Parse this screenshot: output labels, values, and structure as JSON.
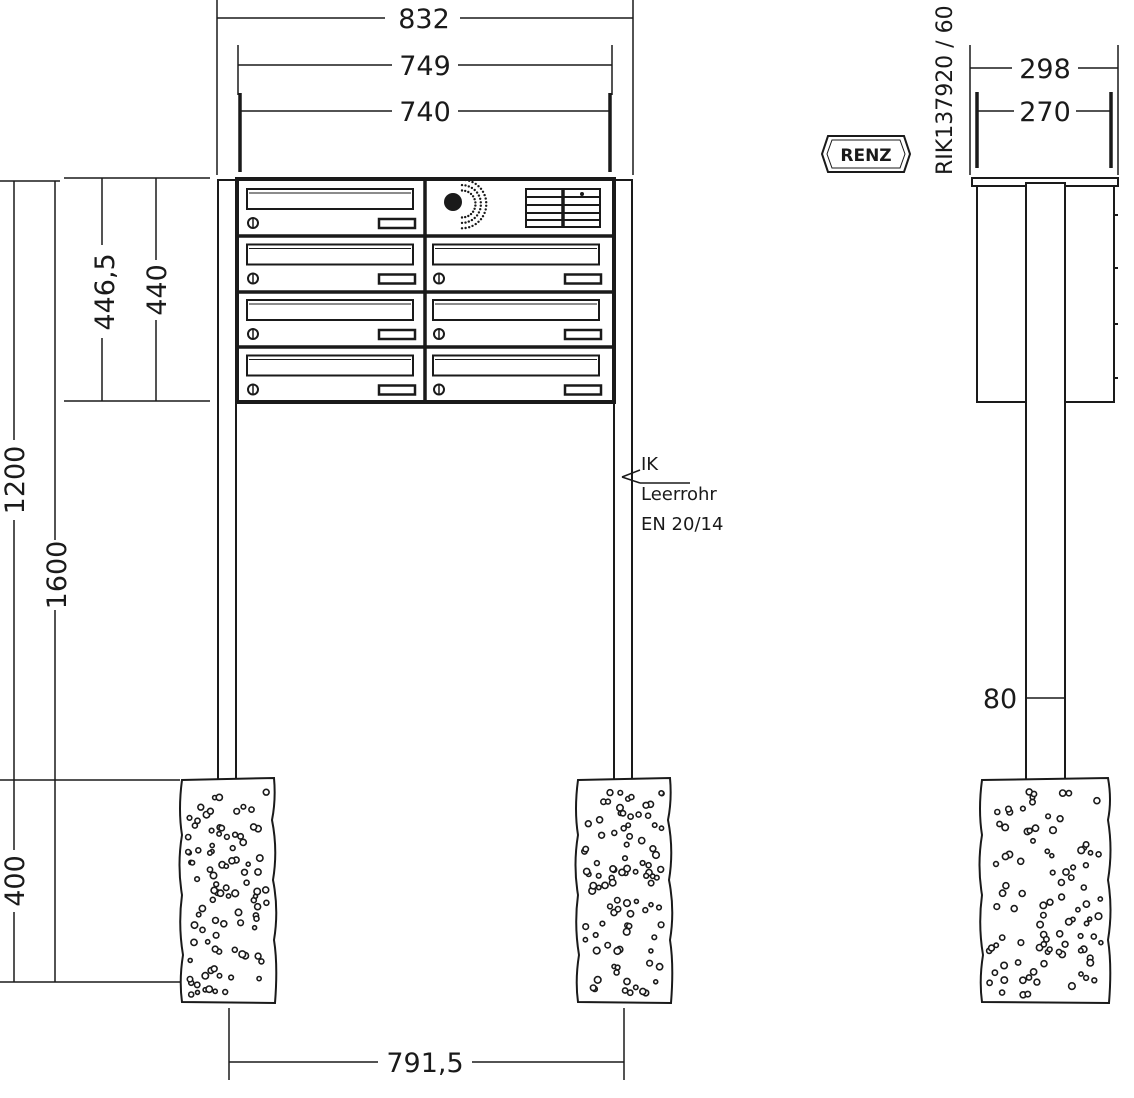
{
  "dimensions": {
    "width_overall": "832",
    "width_roof": "749",
    "width_box": "740",
    "height_box_roof": "446,5",
    "height_box": "440",
    "height_to_box_bottom": "1200",
    "height_total": "1600",
    "height_foundation": "400",
    "post_spacing": "791,5",
    "depth_roof": "298",
    "depth_box": "270",
    "post_size": "80"
  },
  "model_code": "RIK137920 / 60",
  "logo_text": "RENZ",
  "conduit_note": {
    "line1": "IK",
    "line2": "Leerrohr",
    "line3": "EN 20/14"
  },
  "units": {
    "mailbox_rows": 4,
    "mailbox_columns": 2,
    "intercom_position": "top-right"
  }
}
